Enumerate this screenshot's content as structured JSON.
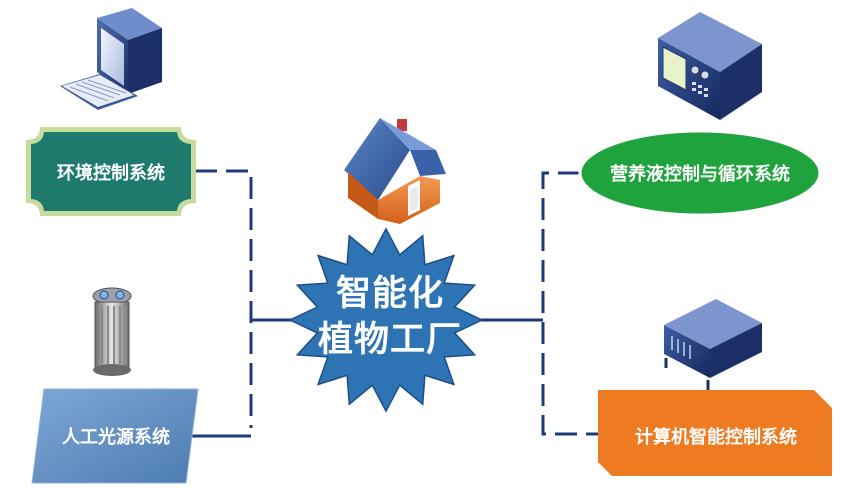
{
  "center": {
    "line1": "智能化",
    "line2": "植物工厂"
  },
  "nodes": {
    "environment": "环境控制系统",
    "lighting": "人工光源系统",
    "nutrient": "营养液控制与循环系统",
    "computer": "计算机智能控制系统"
  },
  "colors": {
    "environment_fill": "#1f7a6e",
    "environment_border": "#c7dc9c",
    "lighting_fill": "#5f8fc0",
    "nutrient_fill": "#1fa33c",
    "computer_fill": "#ee7a22",
    "center_fill": "#2e74b5",
    "connector": "#1f3a7a"
  },
  "icons": [
    "computer-icon",
    "house-icon",
    "lamp-icon",
    "instrument-icon",
    "server-icon"
  ]
}
